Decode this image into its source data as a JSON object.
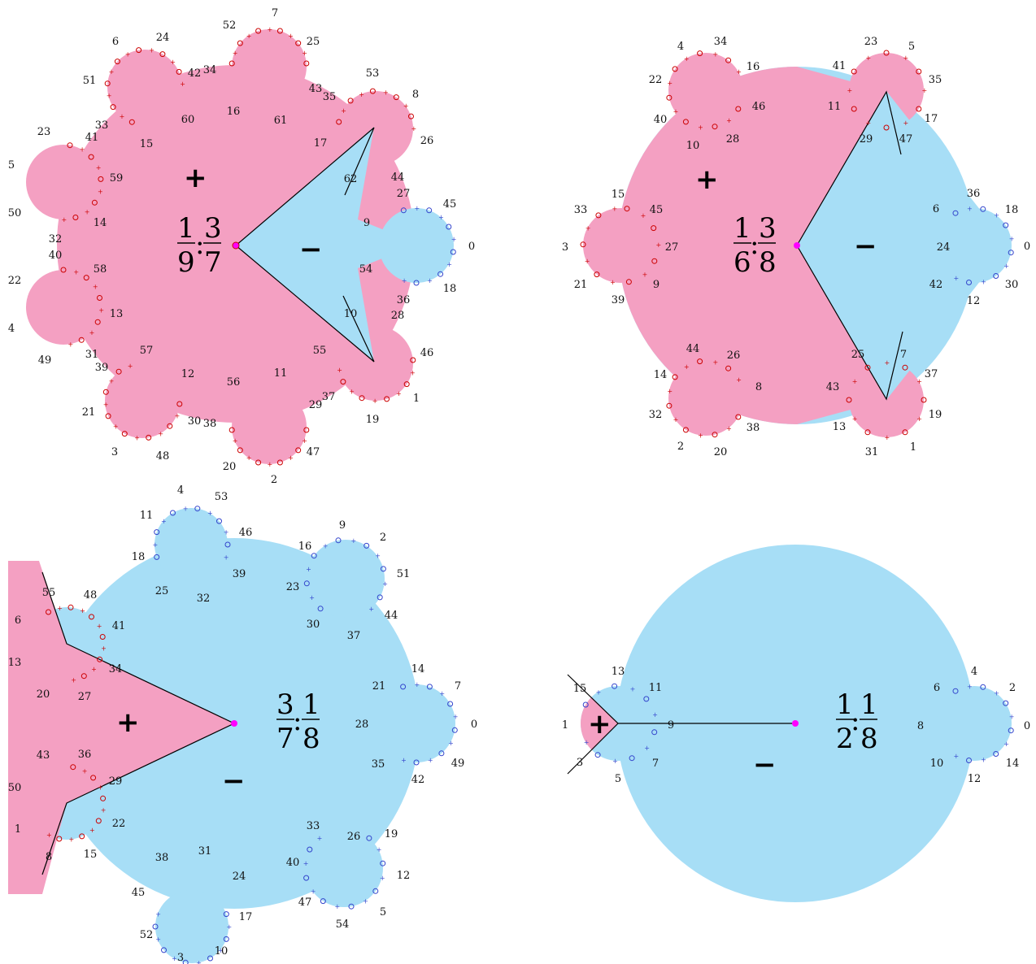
{
  "colors": {
    "positive_region": "#f4a0c2",
    "negative_region": "#a7def6",
    "critical_point": "#ff00ff",
    "marker_positive": "#cc0000",
    "marker_negative": "#3344cc",
    "line": "#000000"
  },
  "panels": [
    {
      "fraction": {
        "a_num": "1",
        "a_den": "9",
        "b_num": "3",
        "b_den": "7"
      },
      "sign_plus": "+",
      "sign_minus": "−",
      "labels": [
        "0",
        "1",
        "2",
        "3",
        "4",
        "5",
        "6",
        "7",
        "8",
        "9",
        "10",
        "11",
        "12",
        "13",
        "14",
        "15",
        "16",
        "17",
        "18",
        "19",
        "20",
        "21",
        "22",
        "23",
        "24",
        "25",
        "26",
        "27",
        "28",
        "29",
        "30",
        "31",
        "32",
        "33",
        "34",
        "35",
        "36",
        "37",
        "38",
        "39",
        "40",
        "41",
        "42",
        "43",
        "44",
        "45",
        "46",
        "47",
        "48",
        "49",
        "50",
        "51",
        "52",
        "53",
        "54",
        "55",
        "56",
        "57",
        "58",
        "59",
        "60",
        "61",
        "62"
      ]
    },
    {
      "fraction": {
        "a_num": "1",
        "a_den": "6",
        "b_num": "3",
        "b_den": "8"
      },
      "sign_plus": "+",
      "sign_minus": "−",
      "labels": [
        "0",
        "1",
        "2",
        "3",
        "4",
        "5",
        "6",
        "7",
        "8",
        "9",
        "10",
        "11",
        "12",
        "13",
        "14",
        "15",
        "16",
        "17",
        "18",
        "19",
        "20",
        "21",
        "22",
        "23",
        "24",
        "25",
        "26",
        "27",
        "28",
        "29",
        "30",
        "31",
        "32",
        "33",
        "34",
        "35",
        "36",
        "37",
        "38",
        "39",
        "40",
        "41",
        "42",
        "43",
        "44",
        "45",
        "46",
        "47"
      ]
    },
    {
      "fraction": {
        "a_num": "3",
        "a_den": "7",
        "b_num": "1",
        "b_den": "8"
      },
      "sign_plus": "+",
      "sign_minus": "−",
      "labels": [
        "0",
        "1",
        "2",
        "3",
        "4",
        "5",
        "6",
        "7",
        "8",
        "9",
        "10",
        "11",
        "12",
        "13",
        "14",
        "15",
        "16",
        "17",
        "18",
        "19",
        "20",
        "21",
        "22",
        "23",
        "24",
        "25",
        "26",
        "27",
        "28",
        "29",
        "30",
        "31",
        "32",
        "33",
        "34",
        "35",
        "36",
        "37",
        "38",
        "39",
        "40",
        "41",
        "42",
        "43",
        "44",
        "45",
        "46",
        "47",
        "48",
        "49",
        "50",
        "51",
        "52",
        "53",
        "54",
        "55"
      ]
    },
    {
      "fraction": {
        "a_num": "1",
        "a_den": "2",
        "b_num": "1",
        "b_den": "8"
      },
      "sign_plus": "+",
      "sign_minus": "−",
      "labels": [
        "0",
        "1",
        "2",
        "3",
        "4",
        "5",
        "6",
        "7",
        "8",
        "9",
        "10",
        "11",
        "12",
        "13",
        "14",
        "15"
      ]
    }
  ]
}
